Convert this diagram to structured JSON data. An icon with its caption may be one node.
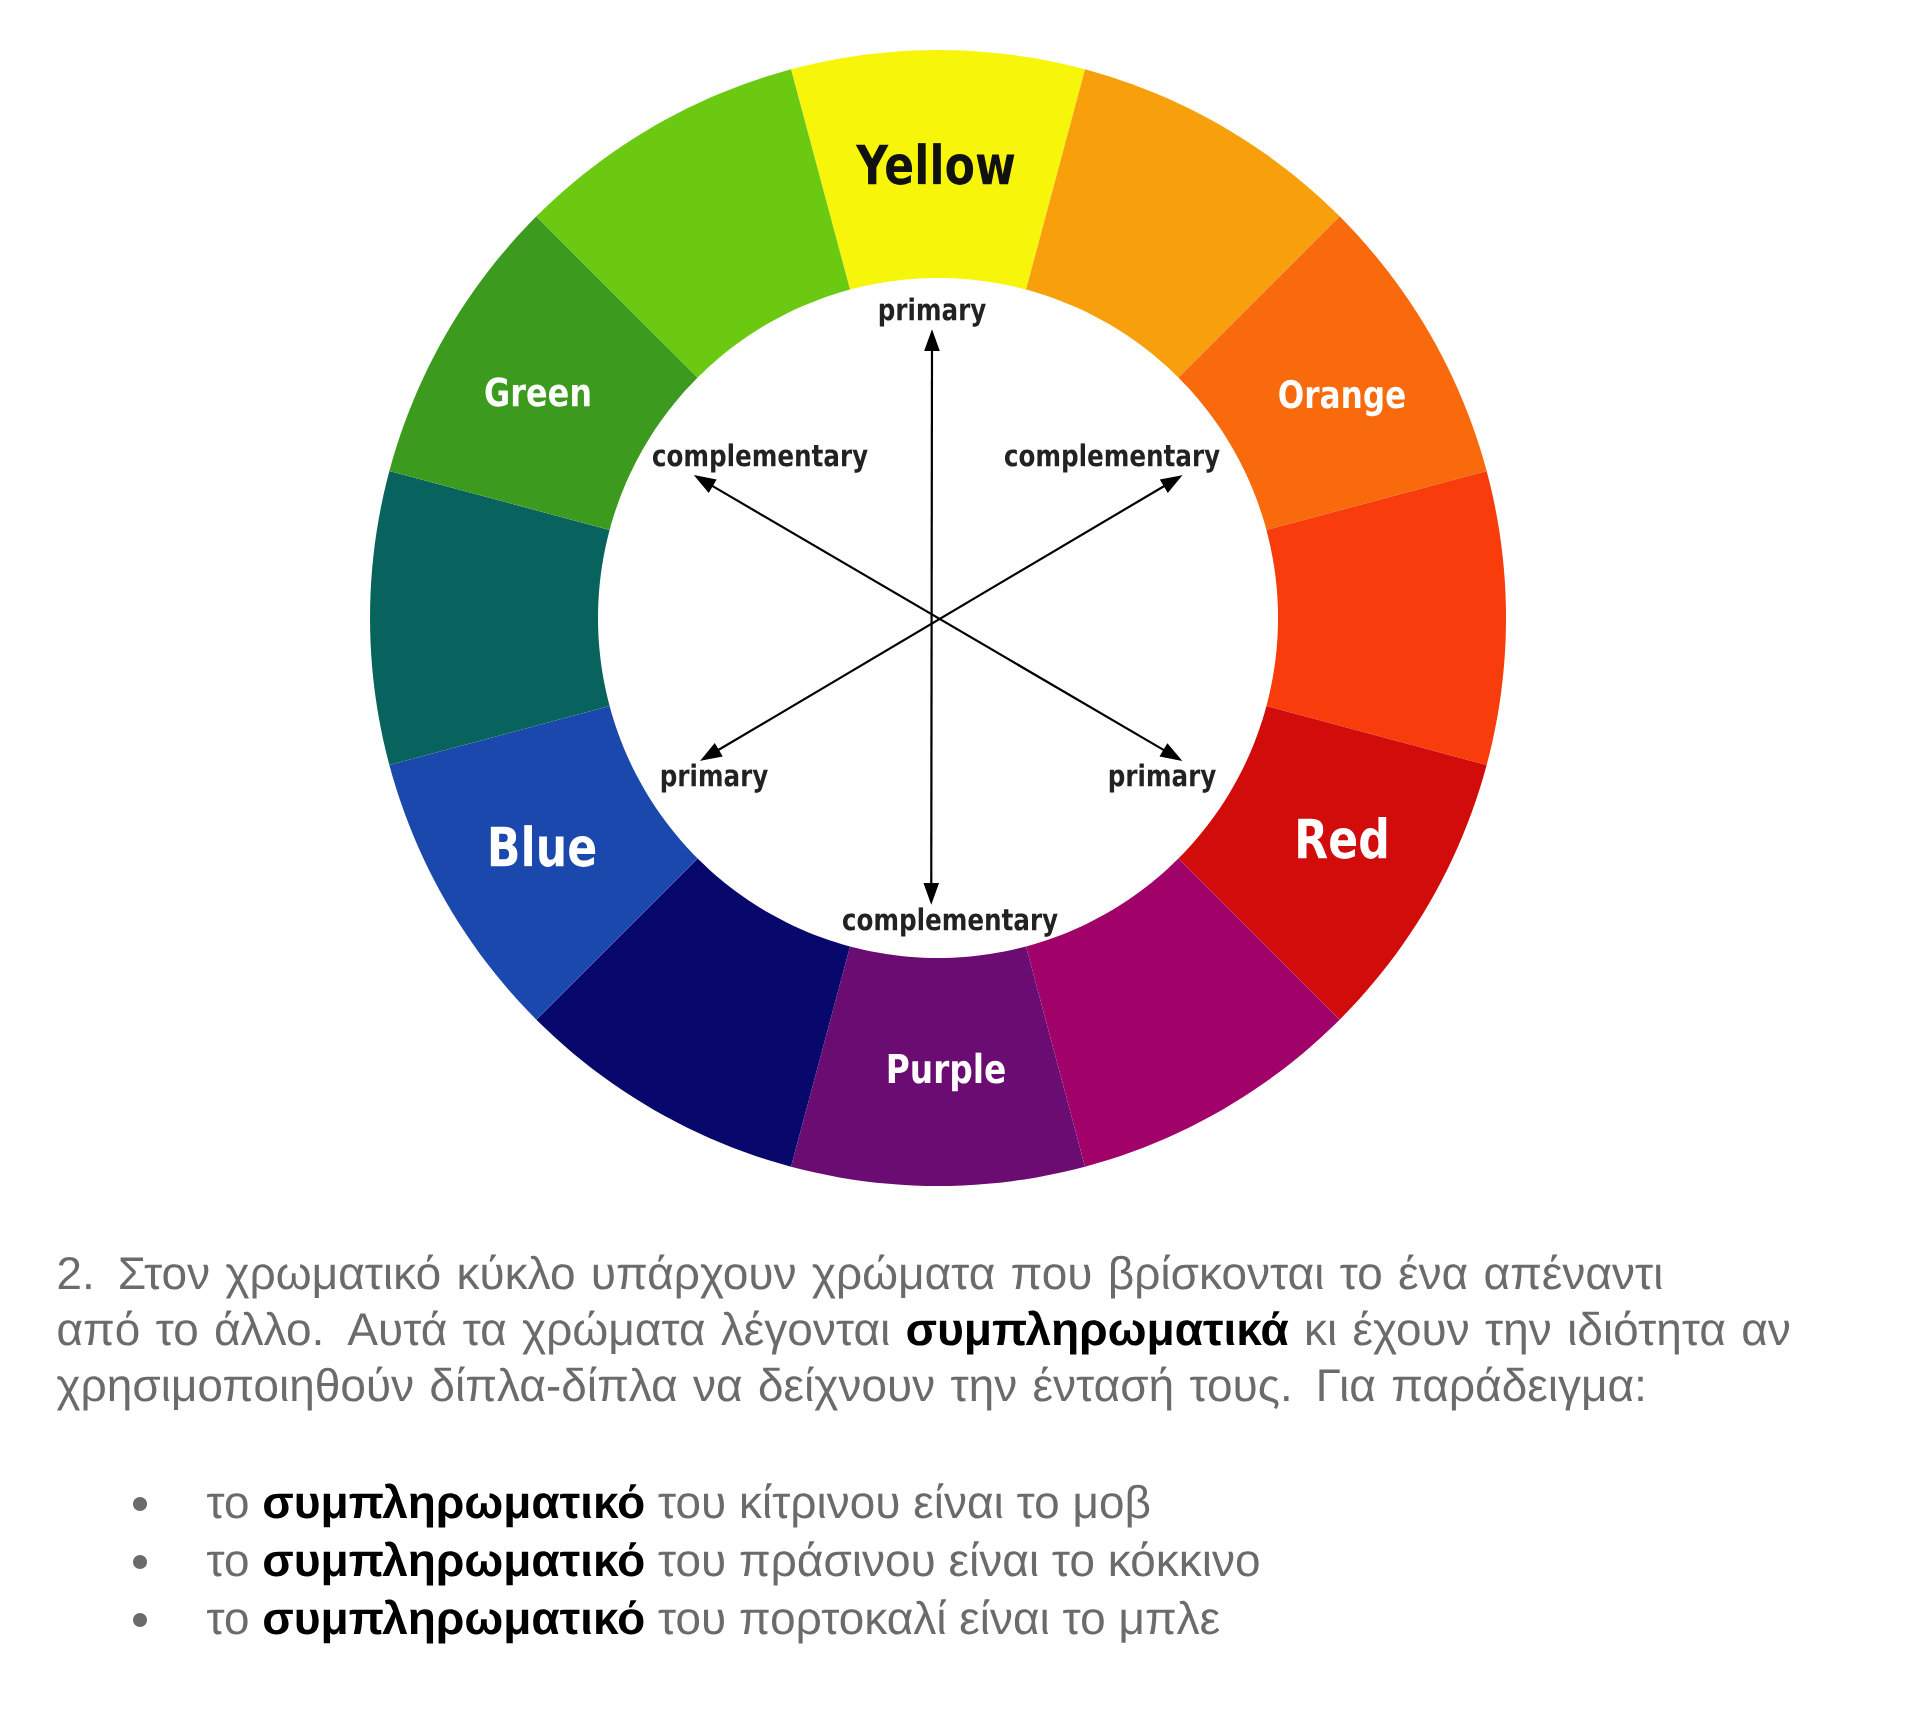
{
  "diagram": {
    "nodes": [
      {
        "text": [
          "Yellow"
        ]
      },
      {
        "text": [],
        "shape": "segment"
      },
      {
        "text": [
          "Orange"
        ]
      },
      {
        "text": [],
        "shape": "segment"
      },
      {
        "text": [
          "Red"
        ]
      },
      {
        "text": [],
        "shape": "segment"
      },
      {
        "text": [
          "Purple"
        ]
      },
      {
        "text": [],
        "shape": "segment"
      },
      {
        "text": [
          "Blue"
        ]
      },
      {
        "text": [],
        "shape": "segment"
      },
      {
        "text": [
          "Green"
        ]
      },
      {
        "text": [],
        "shape": "segment"
      },
      {
        "text": [
          "primary"
        ]
      },
      {
        "text": [
          "complementary"
        ]
      },
      {
        "text": [
          "complementary"
        ]
      },
      {
        "text": [
          "primary"
        ]
      },
      {
        "text": [
          "primary"
        ]
      },
      {
        "text": [
          "complementary"
        ]
      }
    ],
    "edges": [
      {
        "from": 12,
        "to": 17,
        "arrow": "both"
      },
      {
        "from": 13,
        "to": 16,
        "arrow": "both"
      },
      {
        "from": 14,
        "to": 15,
        "arrow": "both"
      }
    ],
    "labels": [
      "2. Στον χρωματικό κύκλο υπάρχουν χρώματα που βρίσκονται το ένα απέναντι από το άλλο. Αυτά τα χρώματα λέγονται **συμπληρωματικά** κι έχουν την ιδιότητα αν χρησιμοποιηθούν δίπλα-δίπλα να δείχνουν την έντασή τους. Για παράδειγμα:",
      "το **συμπληρωματικό** του κίτρινου είναι το μοβ",
      "το **συμπληρωματικό** του πράσινου είναι το κόκκινο",
      "το **συμπληρωματικό** του πορτοκαλί είναι το μπλε"
    ]
  }
}
